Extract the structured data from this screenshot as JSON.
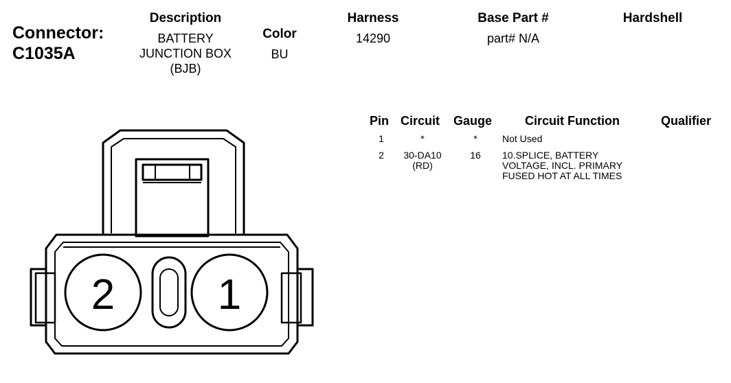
{
  "connector": {
    "label": "Connector:",
    "id": "C1035A"
  },
  "header": {
    "description_label": "Description",
    "description_lines": [
      "BATTERY",
      "JUNCTION BOX",
      "(BJB)"
    ],
    "color_label": "Color",
    "color_value": "BU",
    "harness_label": "Harness",
    "harness_value": "14290",
    "base_part_label": "Base Part #",
    "base_part_value": "part# N/A",
    "hardshell_label": "Hardshell",
    "hardshell_value": ""
  },
  "pin_table": {
    "columns": [
      "Pin",
      "Circuit",
      "Gauge",
      "Circuit Function",
      "Qualifier"
    ],
    "rows": [
      {
        "pin": "1",
        "circuit": [
          "*"
        ],
        "gauge": "*",
        "function": [
          "Not Used"
        ],
        "qualifier": ""
      },
      {
        "pin": "2",
        "circuit": [
          "30-DA10",
          "(RD)"
        ],
        "gauge": "16",
        "function": [
          "10.SPLICE, BATTERY",
          "VOLTAGE, INCL. PRIMARY",
          "FUSED HOT AT ALL TIMES"
        ],
        "qualifier": ""
      }
    ]
  },
  "diagram": {
    "cavity_labels": [
      "2",
      "1"
    ]
  }
}
